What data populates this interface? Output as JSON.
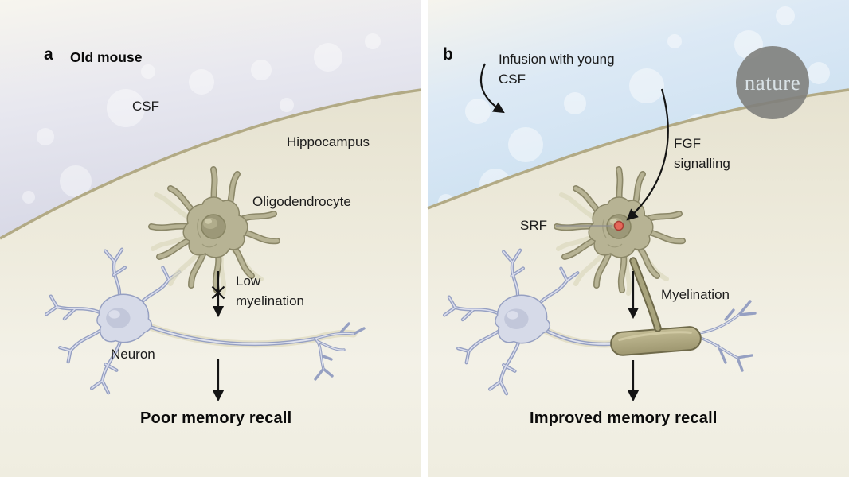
{
  "figure": {
    "panel_a": {
      "letter": "a",
      "title": "Old mouse",
      "label_csf": "CSF",
      "label_hippocampus": "Hippocampus",
      "label_oligodendrocyte": "Oligodendrocyte",
      "label_low_myelination": "Low myelination",
      "label_neuron": "Neuron",
      "outcome": "Poor memory recall"
    },
    "panel_b": {
      "letter": "b",
      "label_infusion": "Infusion with young CSF",
      "label_fgf_signalling": "FGF signalling",
      "label_srf": "SRF",
      "label_myelination": "Myelination",
      "outcome": "Improved memory recall"
    },
    "branding": {
      "logo_text": "nature"
    },
    "colors": {
      "csf_old_mouse": "#d7d8e6",
      "csf_young_infusion": "#c8def0",
      "hippocampus": "#e8e4d3",
      "membrane_edge": "#b2aa85",
      "oligodendrocyte": "#b7b394",
      "neuron": "#d6dae8",
      "myelin_sheath": "#b1aa84",
      "srf_dot": "#e5685a",
      "logo_circle": "#807f7c",
      "text": "#1b1b1b"
    }
  }
}
